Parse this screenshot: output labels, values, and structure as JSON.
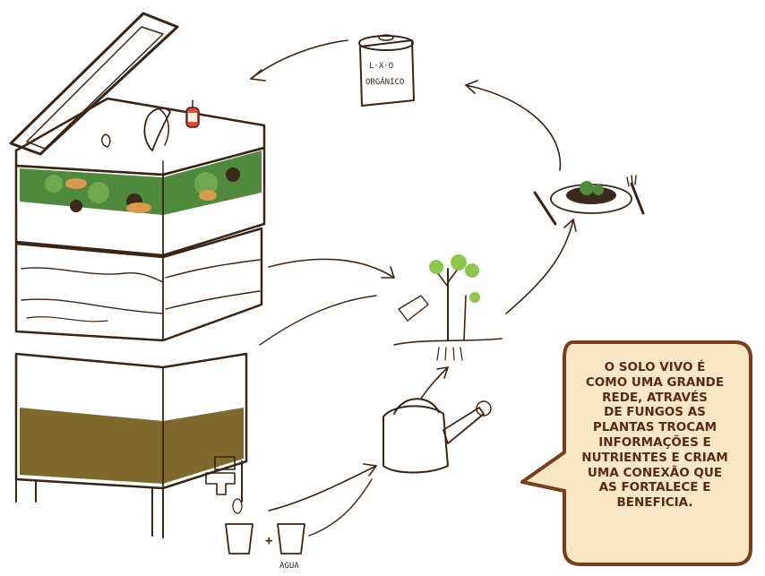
{
  "bubble": {
    "text": "O SOLO VIVO É\nCOMO UMA GRANDE\nREDE, ATRAVÉS\nDE FUNGOS AS\nPLANTAS TROCAM\nINFORMAÇÕES E\nNUTRIENTES E CRIAM\nUMA CONEXÃO QUE\nAS FORTALECE E\nBENEFICIA."
  },
  "can_label": {
    "line1": "L·X·O",
    "line2": "ORGÂNICO"
  },
  "water_label": "ÁGUA",
  "plus_sign": "+",
  "colors": {
    "ink": "#3a2414",
    "soil_green": "#4f8a3c",
    "soil_dark": "#3b2a1c",
    "soil_orange": "#e8a35c",
    "liquid_olive": "#7d6a2c",
    "watering_can": "#3aa6c8",
    "leaf": "#8cc84b",
    "bubble_fill": "#fae8c4",
    "bubble_border": "#7a3c1c",
    "bubble_text": "#5a2a18",
    "bin_teal": "#a8d4d4"
  }
}
